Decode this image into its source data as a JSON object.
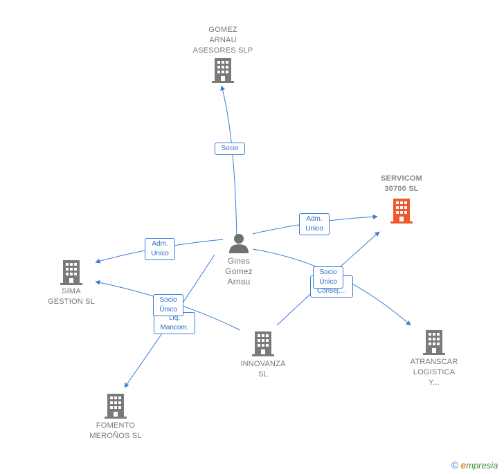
{
  "colors": {
    "edge": "#3a7bd5",
    "company": "#7a7a7a",
    "highlight": "#f0582a",
    "person": "#707070"
  },
  "nodes": {
    "gomez": {
      "label": "GOMEZ\nARNAU\nASESORES SLP",
      "icon": "building-icon"
    },
    "servicom": {
      "label": "SERVICOM\n30700  SL",
      "icon": "building-icon"
    },
    "sima": {
      "label": "SIMA\nGESTION  SL",
      "icon": "building-icon"
    },
    "gines": {
      "label": "Gines\nGomez\nArnau",
      "icon": "person-icon"
    },
    "innovanza": {
      "label": "INNOVANZA\nSL",
      "icon": "building-icon"
    },
    "atranscar": {
      "label": "ATRANSCAR\nLOGISTICA\nY...",
      "icon": "building-icon"
    },
    "fomento": {
      "label": "FOMENTO\nMEROÑOS  SL",
      "icon": "building-icon"
    }
  },
  "edge_labels": {
    "socio_gomez": "Socio",
    "adm_servicom": "Adm.\nUnico",
    "adm_sima": "Adm.\nUnico",
    "consej": "...\nConsej....",
    "socio_unico_servicom": "Socio\nÚnico",
    "liq_mancom": "Liq.\nMancom.",
    "socio_unico_sima": "Socio\nÚnico"
  },
  "footer": {
    "copyright": "©",
    "brand_initial": "e",
    "brand_rest": "mpresia"
  }
}
